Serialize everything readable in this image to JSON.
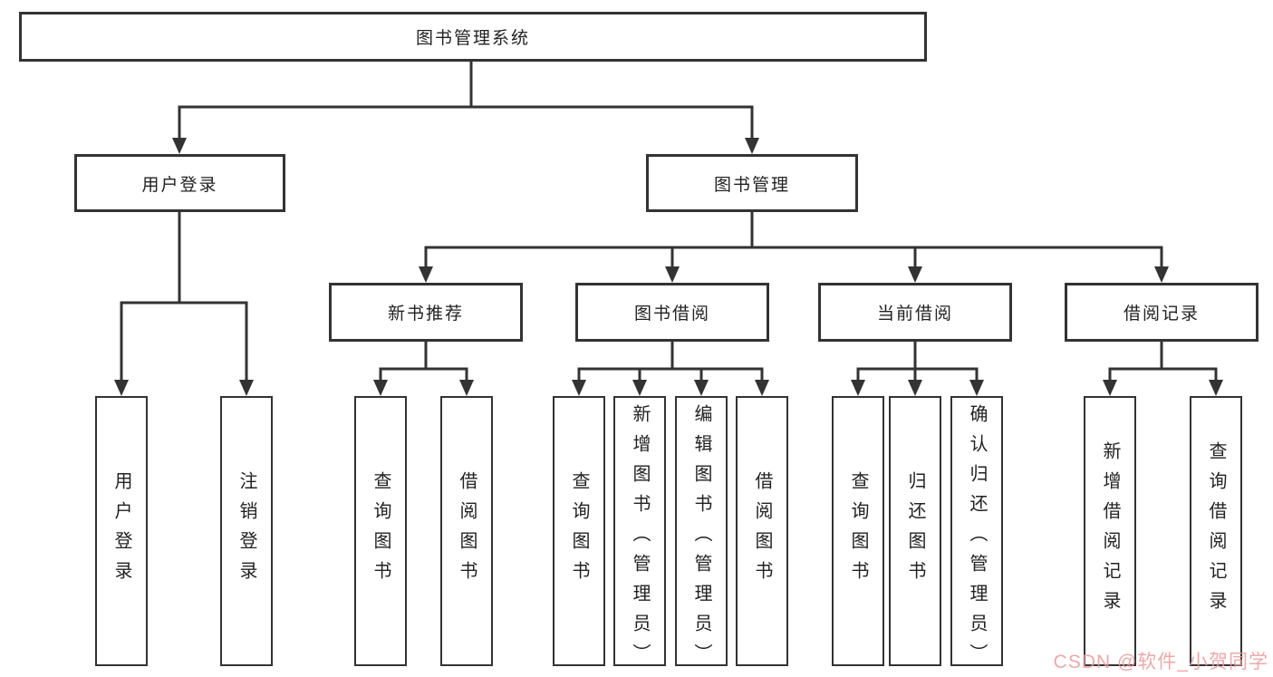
{
  "diagram": {
    "root": "图书管理系统",
    "level2": [
      "用户登录",
      "图书管理"
    ],
    "level3": [
      "新书推荐",
      "图书借阅",
      "当前借阅",
      "借阅记录"
    ],
    "leaves": {
      "user_login": [
        "用户登录",
        "注销登录"
      ],
      "new_book": [
        "查询图书",
        "借阅图书"
      ],
      "book_borrow": [
        "查询图书",
        "新增图书（管理员）",
        "编辑图书（管理员）",
        "借阅图书"
      ],
      "current_borrow": [
        "查询图书",
        "归还图书",
        "确认归还（管理员）"
      ],
      "borrow_record": [
        "新增借阅记录",
        "查询借阅记录"
      ]
    }
  },
  "watermark": "CSDN @软件_小贺同学",
  "colors": {
    "line": "#333333",
    "box_border": "#333333",
    "text": "#222222",
    "background": "#ffffff",
    "watermark": "#ed9a9a"
  }
}
